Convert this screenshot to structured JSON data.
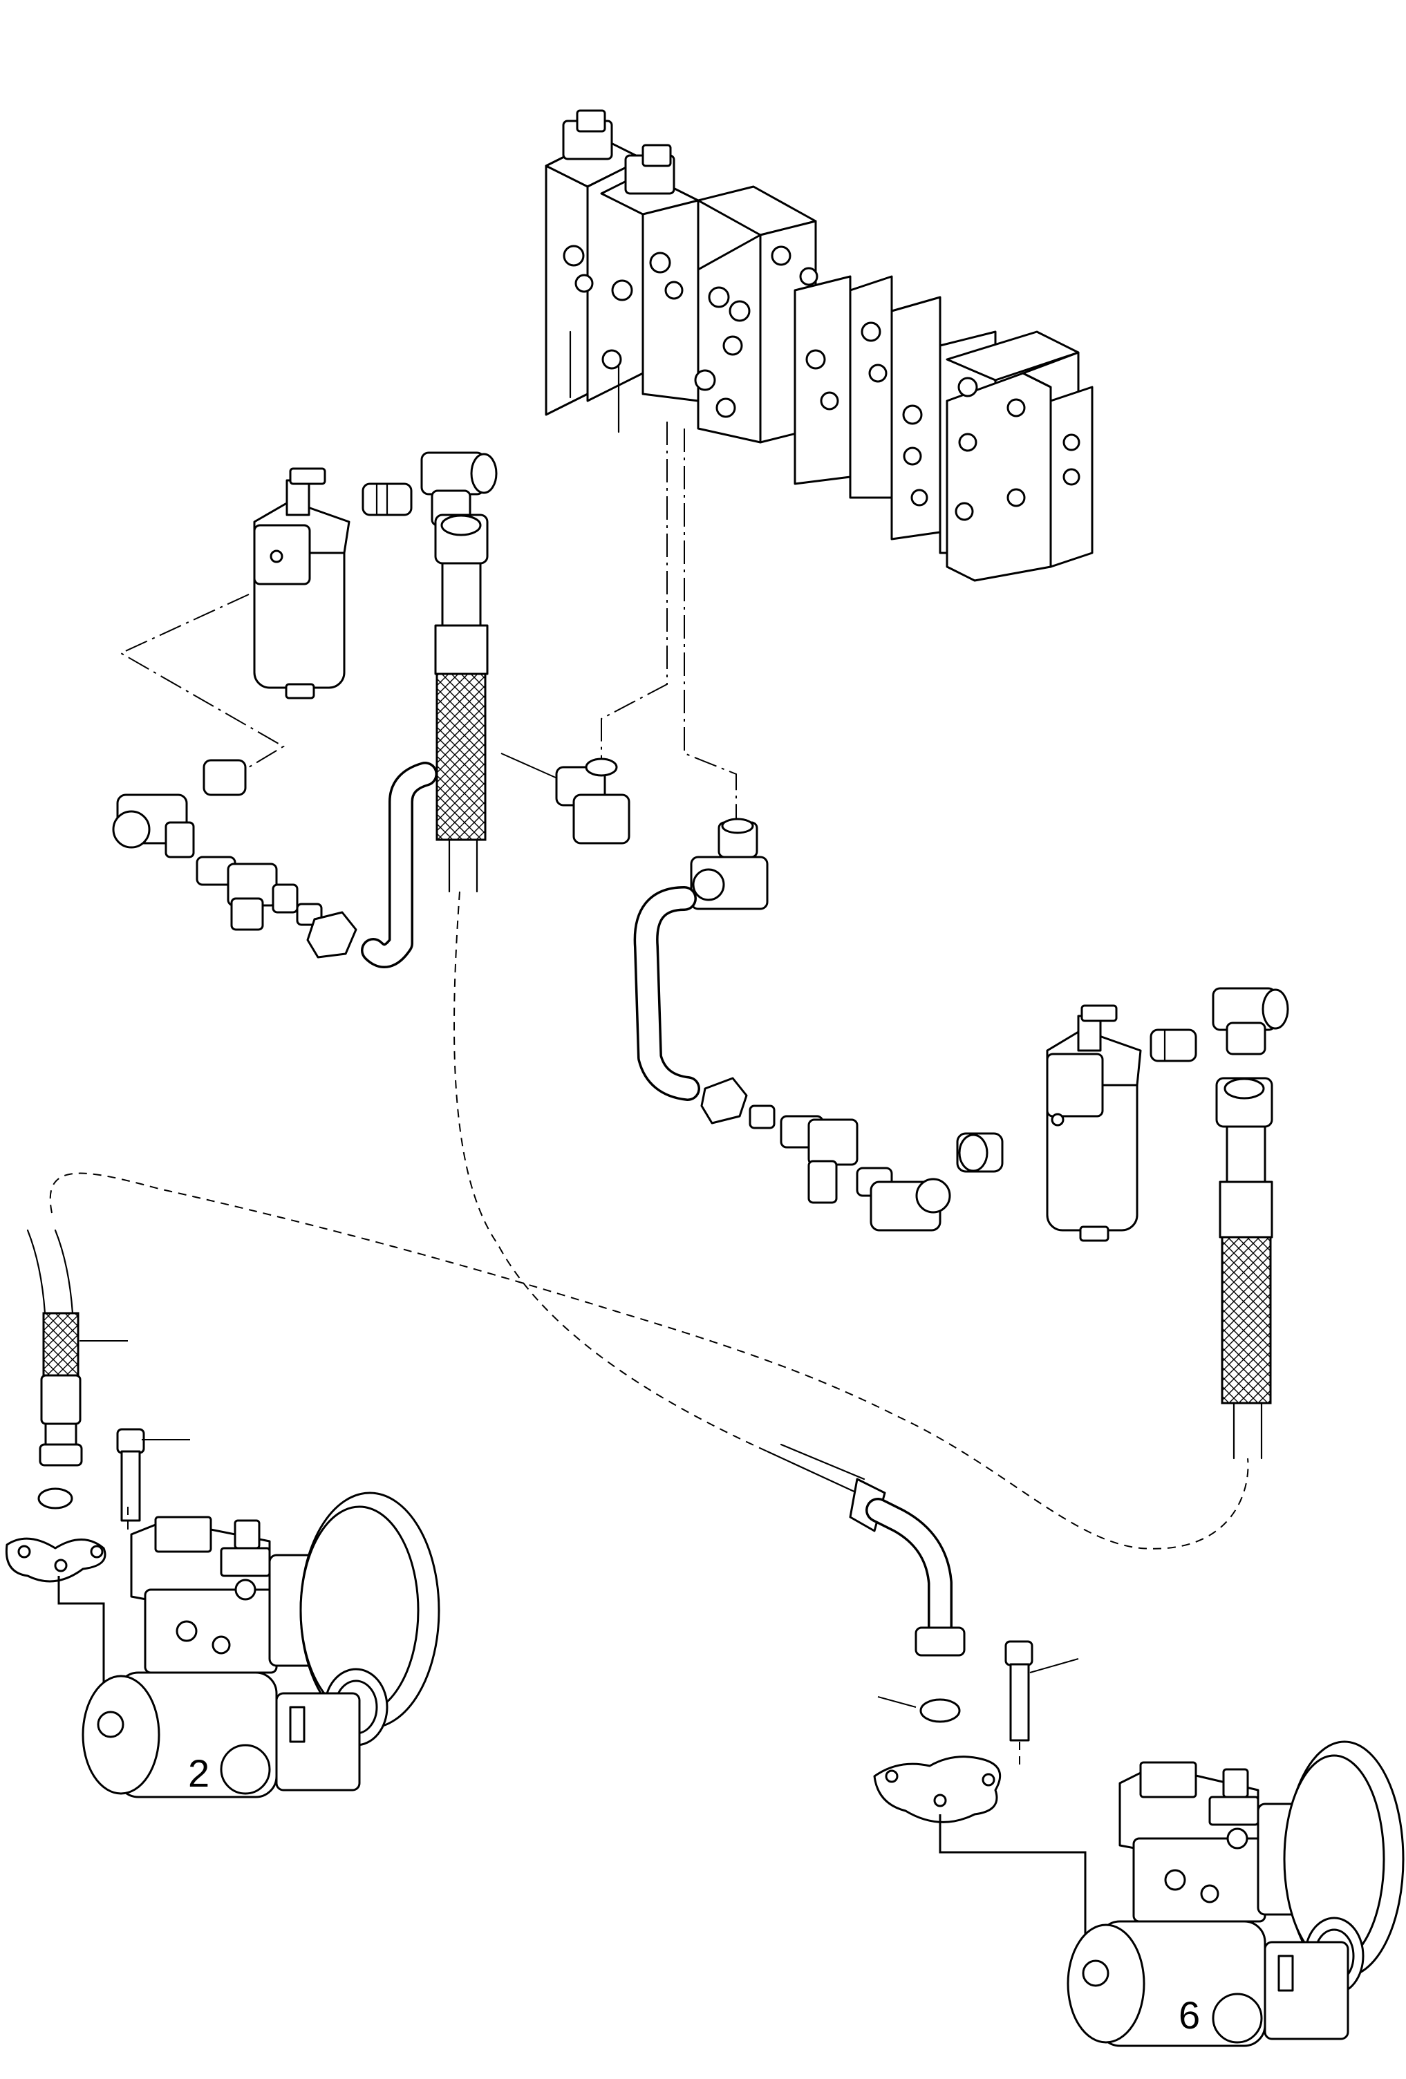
{
  "diagram": {
    "callouts": [
      {
        "id": "left-pump",
        "text": "2"
      },
      {
        "id": "right-pump",
        "text": "6"
      }
    ]
  },
  "colors": {
    "line": "#000000",
    "background": "#ffffff"
  },
  "icons": [
    "valve-bank",
    "filter",
    "elbow-fitting",
    "tee-fitting",
    "hose",
    "pump",
    "flange",
    "o-ring",
    "bolt"
  ]
}
